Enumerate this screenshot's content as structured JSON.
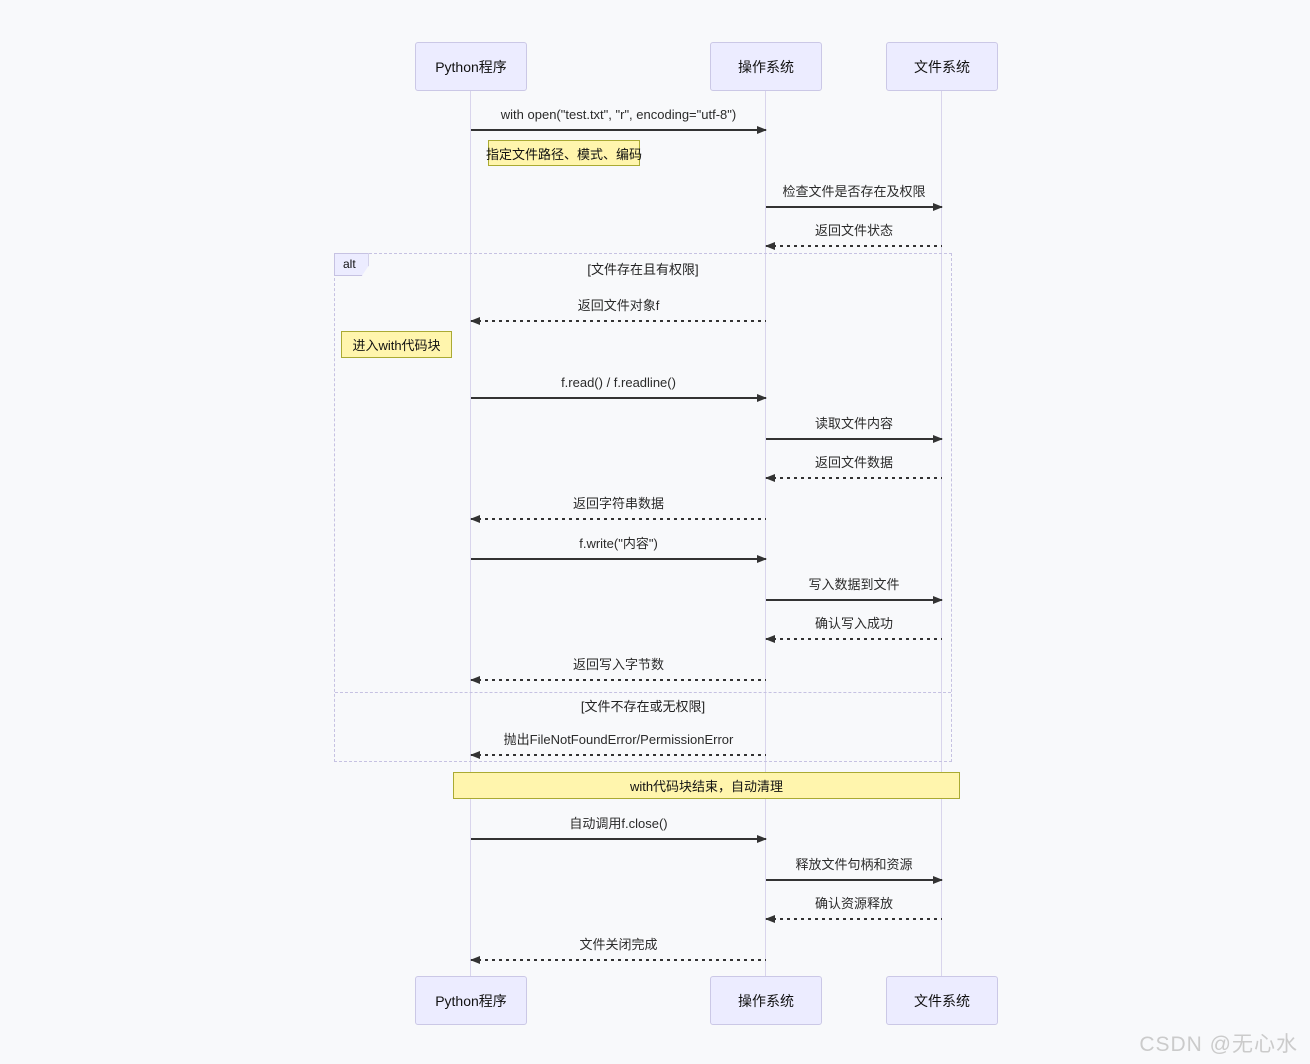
{
  "actors": [
    {
      "label": "Python程序"
    },
    {
      "label": "操作系统"
    },
    {
      "label": "文件系统"
    }
  ],
  "messages": [
    {
      "label": "with open(\"test.txt\", \"r\", encoding=\"utf-8\")",
      "from": "Python程序",
      "to": "操作系统",
      "line": "solid"
    },
    {
      "label": "检查文件是否存在及权限",
      "from": "操作系统",
      "to": "文件系统",
      "line": "solid"
    },
    {
      "label": "返回文件状态",
      "from": "文件系统",
      "to": "操作系统",
      "line": "dashed"
    },
    {
      "label": "返回文件对象f",
      "from": "操作系统",
      "to": "Python程序",
      "line": "dashed"
    },
    {
      "label": "f.read() / f.readline()",
      "from": "Python程序",
      "to": "操作系统",
      "line": "solid"
    },
    {
      "label": "读取文件内容",
      "from": "操作系统",
      "to": "文件系统",
      "line": "solid"
    },
    {
      "label": "返回文件数据",
      "from": "文件系统",
      "to": "操作系统",
      "line": "dashed"
    },
    {
      "label": "返回字符串数据",
      "from": "操作系统",
      "to": "Python程序",
      "line": "dashed"
    },
    {
      "label": "f.write(\"内容\")",
      "from": "Python程序",
      "to": "操作系统",
      "line": "solid"
    },
    {
      "label": "写入数据到文件",
      "from": "操作系统",
      "to": "文件系统",
      "line": "solid"
    },
    {
      "label": "确认写入成功",
      "from": "文件系统",
      "to": "操作系统",
      "line": "dashed"
    },
    {
      "label": "返回写入字节数",
      "from": "操作系统",
      "to": "Python程序",
      "line": "dashed"
    },
    {
      "label": "抛出FileNotFoundError/PermissionError",
      "from": "操作系统",
      "to": "Python程序",
      "line": "dashed"
    },
    {
      "label": "自动调用f.close()",
      "from": "Python程序",
      "to": "操作系统",
      "line": "solid"
    },
    {
      "label": "释放文件句柄和资源",
      "from": "操作系统",
      "to": "文件系统",
      "line": "solid"
    },
    {
      "label": "确认资源释放",
      "from": "文件系统",
      "to": "操作系统",
      "line": "dashed"
    },
    {
      "label": "文件关闭完成",
      "from": "操作系统",
      "to": "Python程序",
      "line": "dashed"
    }
  ],
  "notes": [
    {
      "label": "指定文件路径、模式、编码"
    },
    {
      "label": "进入with代码块"
    },
    {
      "label": "with代码块结束，自动清理"
    }
  ],
  "alt": {
    "label": "alt",
    "conditions": [
      "[文件存在且有权限]",
      "[文件不存在或无权限]"
    ]
  },
  "watermark": "CSDN @无心水",
  "colors": {
    "background": "#F8F9FB",
    "actor_fill": "#ECECFF",
    "actor_border": "#CBC8E6",
    "note_fill": "#FFF5AD",
    "note_border": "#AAAA33",
    "arrow": "#333333",
    "frame_border": "#C6C2E2",
    "watermark": "#CBCBCB"
  }
}
